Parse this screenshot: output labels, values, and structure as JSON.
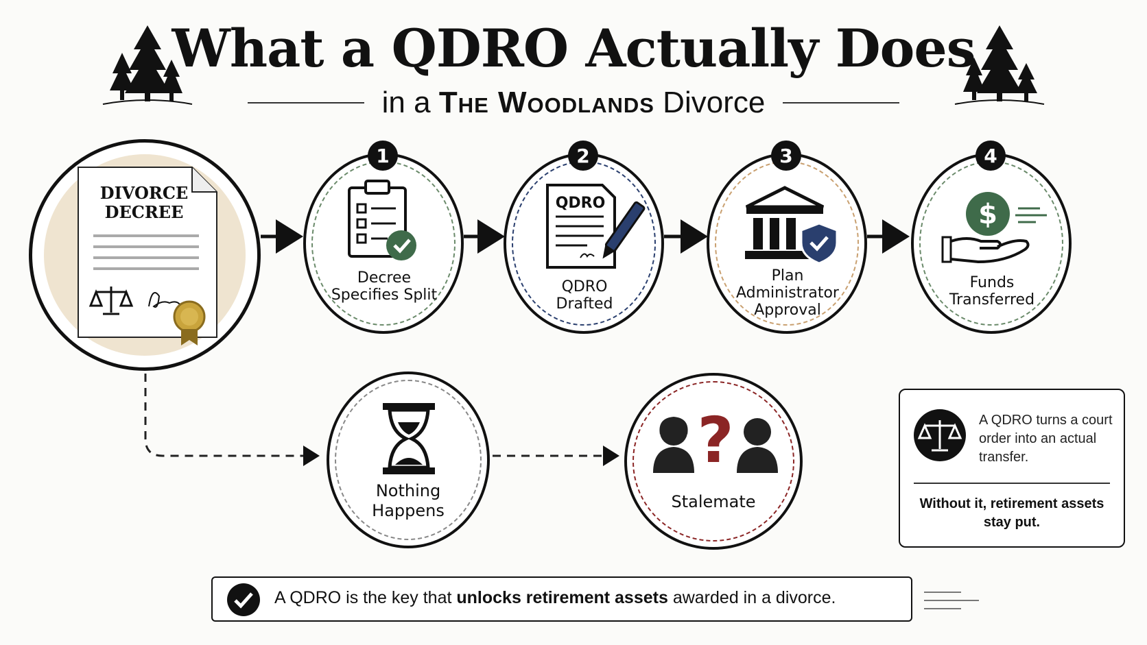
{
  "header": {
    "title": "What a QDRO Actually Does",
    "subtitle_prefix": "in a",
    "subtitle_place": "The Woodlands",
    "subtitle_suffix": "Divorce"
  },
  "decree": {
    "doc_line1": "DIVORCE",
    "doc_line2": "DECREE"
  },
  "steps": [
    {
      "number": "1",
      "line1": "Decree",
      "line2": "Specifies Split",
      "icon": "checklist-icon"
    },
    {
      "number": "2",
      "line1": "QDRO",
      "line2": "Drafted",
      "doc_label": "QDRO",
      "icon": "document-pen-icon"
    },
    {
      "number": "3",
      "line1": "Plan",
      "line2": "Administrator",
      "line3": "Approval",
      "icon": "bank-shield-icon"
    },
    {
      "number": "4",
      "line1": "Funds",
      "line2": "Transferred",
      "icon": "hand-dollar-icon"
    }
  ],
  "alt_path": [
    {
      "line1": "Nothing",
      "line2": "Happens",
      "icon": "hourglass-icon"
    },
    {
      "line1": "Stalemate",
      "icon": "people-question-icon"
    }
  ],
  "info": {
    "text": "A QDRO turns a court order into an actual transfer.",
    "bold": "Without it, retirement assets stay put."
  },
  "banner": {
    "part1": "A QDRO is the key that ",
    "bold": "unlocks retirement assets",
    "part2": " awarded in a divorce."
  },
  "colors": {
    "green": "#3f6b4a",
    "navy": "#2a3f6e",
    "gold": "#c9a43c",
    "maroon": "#8b2525",
    "tan": "#efe4d0"
  }
}
